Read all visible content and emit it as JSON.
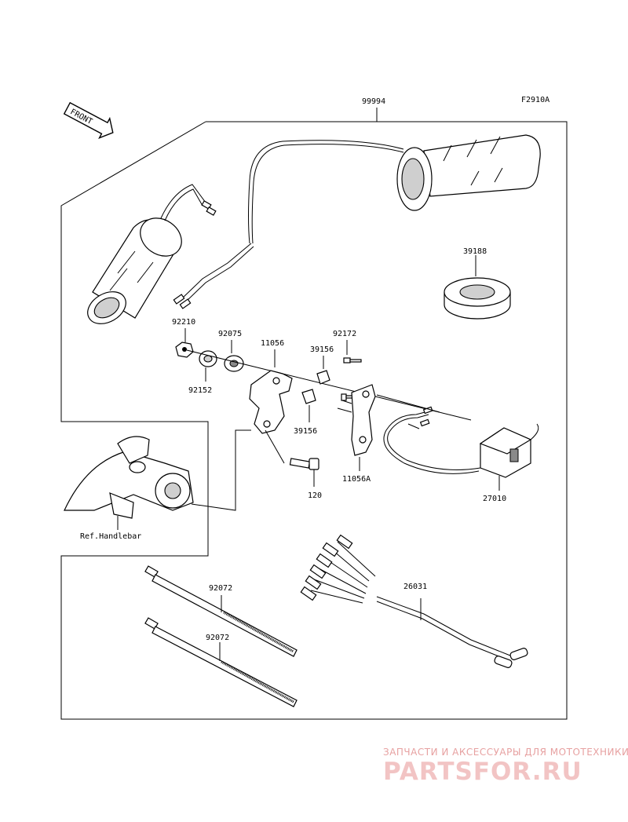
{
  "figure_code": "F2910A",
  "front_label": "FRONT",
  "labels": {
    "kit": "99994",
    "ring": "39188",
    "nut_92210": "92210",
    "collar_92075": "92075",
    "bracket_11056": "11056",
    "pad_39156_top": "39156",
    "bolt_92172": "92172",
    "washer_92152": "92152",
    "pad_39156_bottom": "39156",
    "bolt_120": "120",
    "bracket_11056A": "11056A",
    "switch_27010": "27010",
    "ref_handlebar": "Ref.Handlebar",
    "harness_26031": "26031",
    "band_92072_top": "92072",
    "band_92072_bottom": "92072"
  },
  "watermark": {
    "line1": "ЗАПЧАСТИ И АКСЕССУАРЫ ДЛЯ МОТОТЕХНИКИ",
    "line2": "PARTSFOR.RU"
  }
}
